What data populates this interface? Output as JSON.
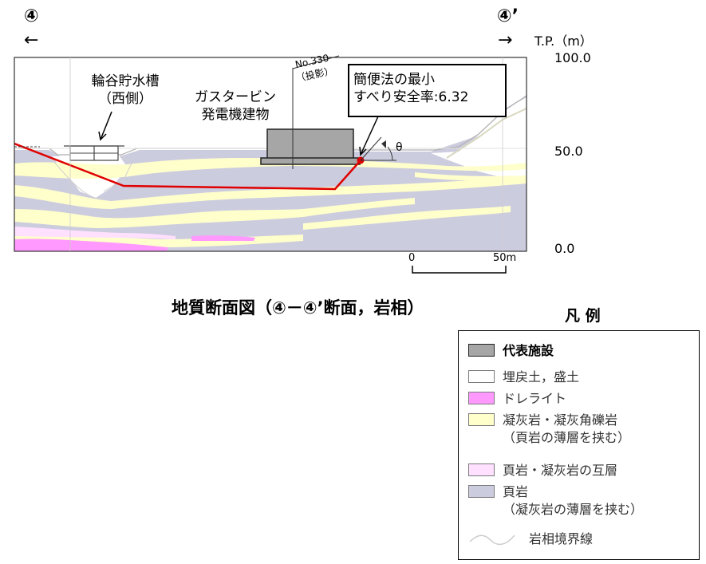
{
  "section": {
    "left": "④",
    "right": "④’"
  },
  "elevation_axis": {
    "unit": "T.P.（m）",
    "ticks": [
      "100.0",
      "50.0",
      "0.0"
    ]
  },
  "scale_bar": {
    "start": "0",
    "end": "50m"
  },
  "callouts": {
    "reservoir_line1": "輪谷貯水槽",
    "reservoir_line2": "（西側）",
    "building_line1": "ガスタービン",
    "building_line2": "発電機建物",
    "section_tag_line1": "No.330",
    "section_tag_line2": "（投影）",
    "safety_line1": "簡便法の最小",
    "safety_line2": "すべり安全率:6.32",
    "angle": "θ"
  },
  "figure_title": "地質断面図（④－④’断面，岩相）",
  "legend": {
    "title": "凡 例",
    "items": [
      {
        "lines": [
          "代表施設"
        ],
        "color": "#a6a6a6"
      },
      {
        "lines": [
          "埋戻土，盛土"
        ],
        "color": "#ffffff"
      },
      {
        "lines": [
          "ドレライト"
        ],
        "color": "#ff99ff"
      },
      {
        "lines": [
          "凝灰岩・凝灰角礫岩",
          "（頁岩の薄層を挟む）"
        ],
        "color": "#ffffcc"
      },
      {
        "lines": [
          "頁岩・凝灰岩の互層"
        ],
        "color": "#ffe0ff"
      },
      {
        "lines": [
          "頁岩",
          "（凝灰岩の薄層を挟む）"
        ],
        "color": "#ccccdf"
      },
      {
        "lines": [
          "岩相境界線"
        ],
        "color": "#cccccc"
      }
    ]
  }
}
